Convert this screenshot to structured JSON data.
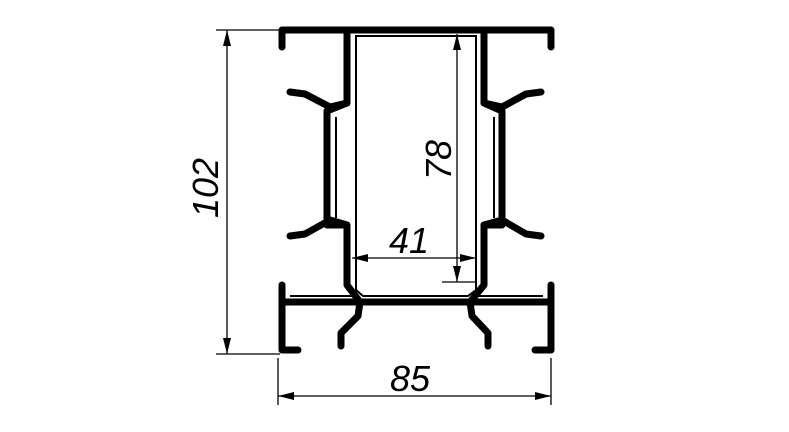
{
  "drawing": {
    "dimensions": {
      "overall_height": "102",
      "inner_height": "78",
      "inner_width": "41",
      "overall_width": "85"
    },
    "colors": {
      "ink": "#000000",
      "background": "#ffffff"
    }
  }
}
